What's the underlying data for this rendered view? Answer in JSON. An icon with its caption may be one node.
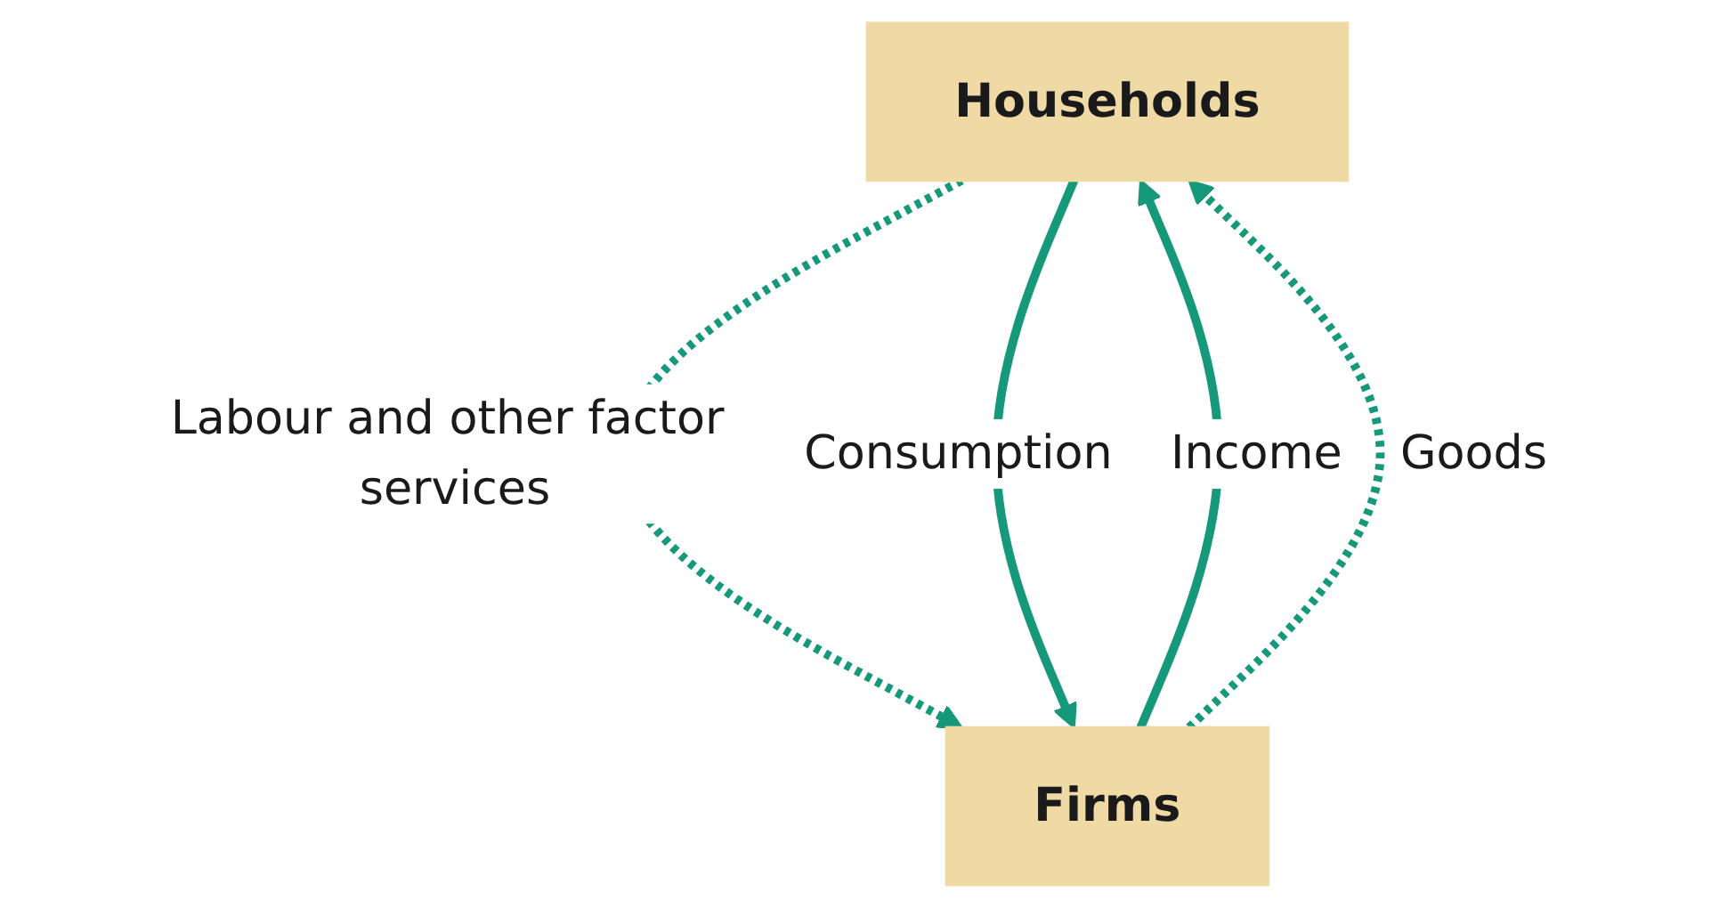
{
  "diagram": {
    "nodes": [
      {
        "text": [
          "Households"
        ]
      },
      {
        "text": [
          "Firms"
        ]
      }
    ],
    "edges": [
      {
        "from": 1,
        "to": 0,
        "arrow": "to",
        "label": "Income"
      },
      {
        "from": 0,
        "to": 1,
        "arrow": "to",
        "label": "Labour and other factor services",
        "style": "dashed"
      },
      {
        "from": 1,
        "to": 0,
        "arrow": "to",
        "label": "Goods",
        "style": "dashed"
      },
      {
        "from": 0,
        "to": 1,
        "arrow": "to",
        "label": "Consumption"
      }
    ]
  }
}
